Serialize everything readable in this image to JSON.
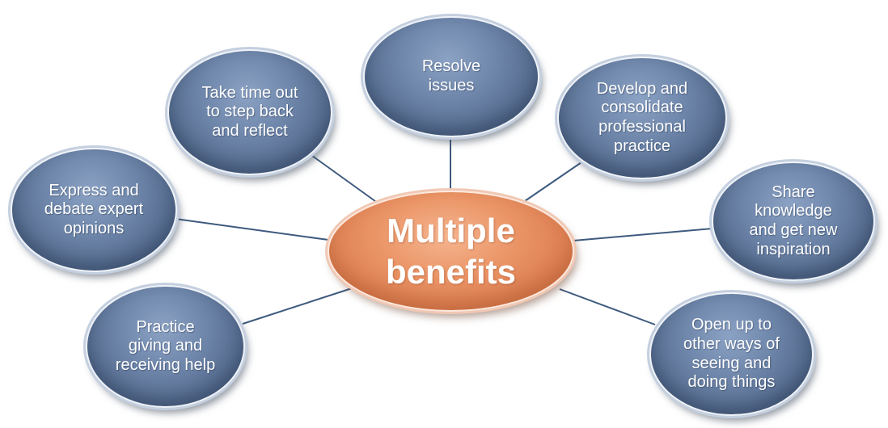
{
  "diagram": {
    "center": {
      "label": "Multiple\nbenefits",
      "color": "#e4895c"
    },
    "node_color": "#5d7498",
    "line_color": "#3e5a7e",
    "nodes": [
      {
        "id": "resolve",
        "label": "Resolve\nissues"
      },
      {
        "id": "take-time",
        "label": "Take time out\nto step back\nand reflect"
      },
      {
        "id": "develop",
        "label": "Develop and\nconsolidate\nprofessional\npractice"
      },
      {
        "id": "express",
        "label": "Express and\ndebate expert\nopinions"
      },
      {
        "id": "share",
        "label": "Share\nknowledge\nand get new\ninspiration"
      },
      {
        "id": "practice",
        "label": "Practice\ngiving and\nreceiving help"
      },
      {
        "id": "open",
        "label": "Open up to\nother ways of\nseeing and\ndoing things"
      }
    ]
  }
}
